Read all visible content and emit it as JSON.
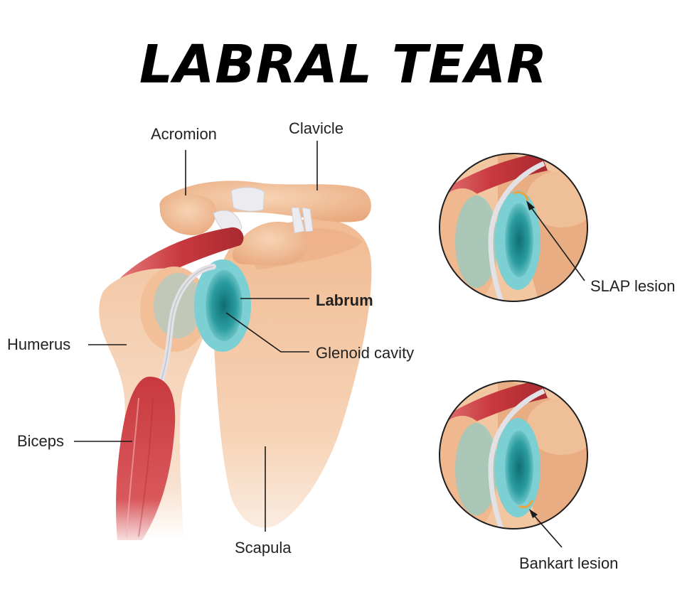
{
  "title": "LABRAL TEAR",
  "labels": {
    "acromion": "Acromion",
    "clavicle": "Clavicle",
    "labrum": "Labrum",
    "glenoid_cavity": "Glenoid cavity",
    "humerus": "Humerus",
    "biceps": "Biceps",
    "scapula": "Scapula",
    "slap_lesion": "SLAP lesion",
    "bankart_lesion": "Bankart lesion"
  },
  "colors": {
    "background": "#ffffff",
    "bone": "#f2c29c",
    "bone_shadow": "#e4a57a",
    "muscle": "#c8393f",
    "muscle_light": "#e0666a",
    "labrum": "#5bbfc2",
    "labrum_dark": "#1f8a8e",
    "ligament": "#e8e8ec",
    "tendon": "#d7d7dc",
    "lesion": "#f0a23a"
  }
}
